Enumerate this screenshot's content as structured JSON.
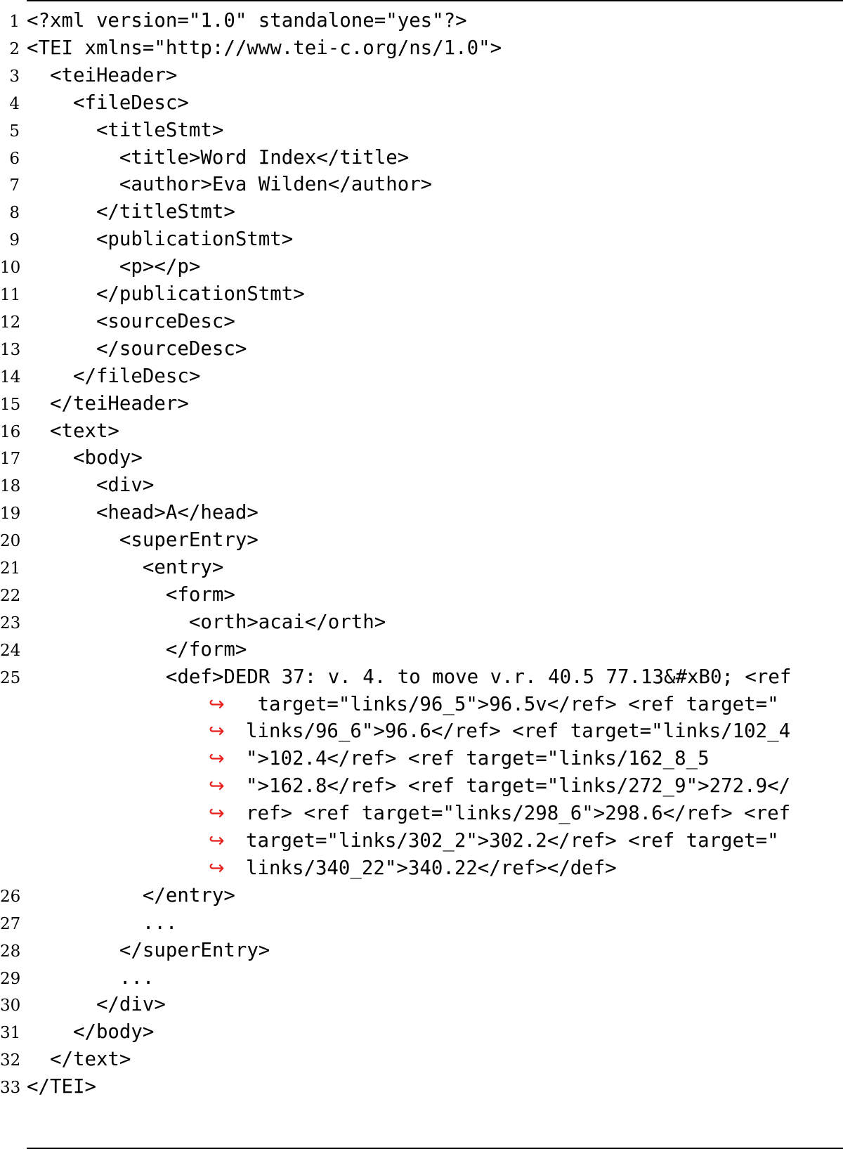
{
  "listing": {
    "wrap_marker": "↪",
    "wrap_color": "#e8201c",
    "lines": [
      {
        "no": "1",
        "text": "<?xml version=\"1.0\" standalone=\"yes\"?>"
      },
      {
        "no": "2",
        "text": "<TEI xmlns=\"http://www.tei-c.org/ns/1.0\">"
      },
      {
        "no": "3",
        "text": "  <teiHeader>"
      },
      {
        "no": "4",
        "text": "    <fileDesc>"
      },
      {
        "no": "5",
        "text": "      <titleStmt>"
      },
      {
        "no": "6",
        "text": "        <title>Word Index</title>"
      },
      {
        "no": "7",
        "text": "        <author>Eva Wilden</author>"
      },
      {
        "no": "8",
        "text": "      </titleStmt>"
      },
      {
        "no": "9",
        "text": "      <publicationStmt>"
      },
      {
        "no": "10",
        "text": "        <p></p>"
      },
      {
        "no": "11",
        "text": "      </publicationStmt>"
      },
      {
        "no": "12",
        "text": "      <sourceDesc>"
      },
      {
        "no": "13",
        "text": "      </sourceDesc>"
      },
      {
        "no": "14",
        "text": "    </fileDesc>"
      },
      {
        "no": "15",
        "text": "  </teiHeader>"
      },
      {
        "no": "16",
        "text": "  <text>"
      },
      {
        "no": "17",
        "text": "    <body>"
      },
      {
        "no": "18",
        "text": "      <div>"
      },
      {
        "no": "19",
        "text": "      <head>A</head>"
      },
      {
        "no": "20",
        "text": "        <superEntry>"
      },
      {
        "no": "21",
        "text": "          <entry>"
      },
      {
        "no": "22",
        "text": "            <form>"
      },
      {
        "no": "23",
        "text": "              <orth>acai</orth>"
      },
      {
        "no": "24",
        "text": "            </form>"
      },
      {
        "no": "25",
        "text": "            <def>DEDR 37: v. 4. to move v.r. 40.5 77.13&#xB0; <ref"
      },
      {
        "no": "",
        "text": " target=\"links/96_5\">96.5v</ref> <ref target=\"",
        "wrapped": true
      },
      {
        "no": "",
        "text": "links/96_6\">96.6</ref> <ref target=\"links/102_4",
        "wrapped": true
      },
      {
        "no": "",
        "text": "\">102.4</ref> <ref target=\"links/162_8_5",
        "wrapped": true
      },
      {
        "no": "",
        "text": "\">162.8</ref> <ref target=\"links/272_9\">272.9</",
        "wrapped": true
      },
      {
        "no": "",
        "text": "ref> <ref target=\"links/298_6\">298.6</ref> <ref",
        "wrapped": true
      },
      {
        "no": "",
        "text": "target=\"links/302_2\">302.2</ref> <ref target=\"",
        "wrapped": true
      },
      {
        "no": "",
        "text": "links/340_22\">340.22</ref></def>",
        "wrapped": true
      },
      {
        "no": "26",
        "text": "          </entry>"
      },
      {
        "no": "27",
        "text": "          ..."
      },
      {
        "no": "28",
        "text": "        </superEntry>"
      },
      {
        "no": "29",
        "text": "        ..."
      },
      {
        "no": "30",
        "text": "      </div>"
      },
      {
        "no": "31",
        "text": "    </body>"
      },
      {
        "no": "32",
        "text": "  </text>"
      },
      {
        "no": "33",
        "text": "</TEI>"
      }
    ]
  }
}
